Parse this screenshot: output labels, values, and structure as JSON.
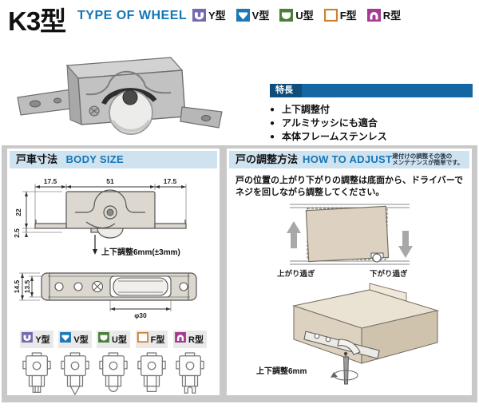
{
  "header": {
    "title": "K3型",
    "subtitle": "TYPE OF WHEEL"
  },
  "wheel_types": [
    {
      "id": "y",
      "label": "Y型",
      "color": "#7568ae"
    },
    {
      "id": "v",
      "label": "V型",
      "color": "#1b79b7"
    },
    {
      "id": "u",
      "label": "U型",
      "color": "#48803a"
    },
    {
      "id": "f",
      "label": "F型",
      "color": "#d07f28"
    },
    {
      "id": "r",
      "label": "R型",
      "color": "#a43b92"
    }
  ],
  "features": {
    "heading": "特長",
    "items": [
      "上下調整付",
      "アルミサッシにも適合",
      "本体フレームステンレス"
    ]
  },
  "body_size": {
    "title_jp": "戸車寸法",
    "title_en": "BODY SIZE",
    "front_view": {
      "dim_top_left": "17.5",
      "dim_top_mid": "51",
      "dim_top_right": "17.5",
      "dim_left": "22",
      "dim_left_small": "2.5",
      "adjust_note": "上下調整6mm(±3mm)"
    },
    "bottom_view": {
      "dim_left_outer": "14.5",
      "dim_left_inner": "13.5",
      "dim_diameter": "φ30"
    }
  },
  "how_to_adjust": {
    "title_jp": "戸の調整方法",
    "title_en": "HOW TO ADJUST",
    "note_line1": "建付けの調整その後の",
    "note_line2": "メンテナンスが簡単です。",
    "description": "戸の位置の上がり下がりの調整は底面から、ドライバーでネジを回しながら調整してください。",
    "label_up": "上がり過ぎ",
    "label_down": "下がり過ぎ",
    "label_screw": "上下調整6mm"
  },
  "colors": {
    "accent_blue": "#1577b5",
    "features_bar_navy": "#0e4d7c",
    "features_bar_blue": "#1567a3",
    "panel_header_bg": "#cfe2f0",
    "frame_gray": "#c9c9c9",
    "drawing_fill": "#dcd8d0",
    "door_beige": "#ddd2c2"
  }
}
